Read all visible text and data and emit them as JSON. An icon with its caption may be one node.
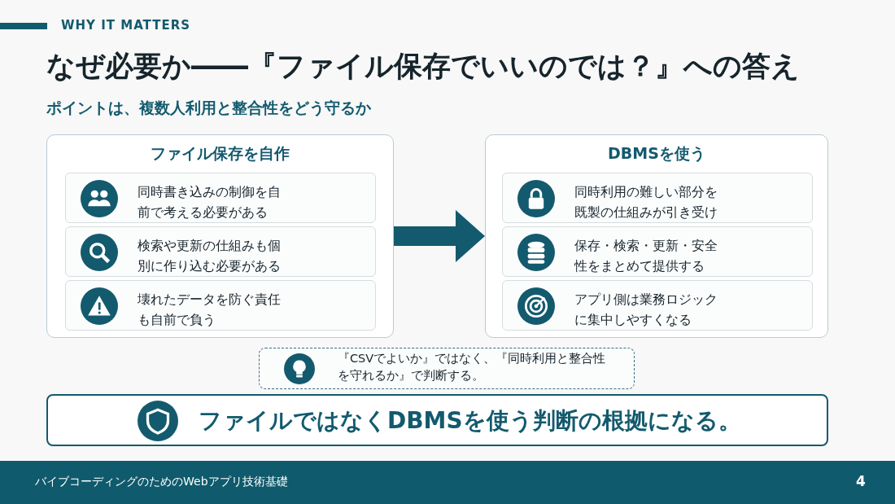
{
  "diagram": {
    "title": "なぜ必要か――『ファイル保存でいいのでは？』への答え",
    "nodes": [
      {
        "text": [
          "ファイル保存を自作"
        ]
      },
      {
        "text": [
          "同時書き込みの制御を自前で考える必要がある"
        ],
        "in": 0
      },
      {
        "text": [
          "検索や更新の仕組みも個別に作り込む必要がある"
        ],
        "in": 0
      },
      {
        "text": [
          "壊れたデータを防ぐ責任も自前で負う"
        ],
        "in": 0
      },
      {
        "text": [
          "DBMSを使う"
        ]
      },
      {
        "text": [
          "同時利用の難しい部分を既製の仕組みが引き受ける"
        ],
        "in": 4
      },
      {
        "text": [
          "保存・検索・更新・安全性をまとめて提供する"
        ],
        "in": 4
      },
      {
        "text": [
          "アプリ側は業務ロジックに集中しやすくなる"
        ],
        "in": 4
      },
      {
        "text": [
          "『CSVでよいか』ではなく、『同時利用と整合性を守れるか』で判断する。"
        ]
      },
      {
        "text": [
          "ファイルではなくDBMSを使う判断の根拠になる。"
        ]
      }
    ],
    "edges": [
      {
        "from": 0,
        "to": 4,
        "arrow": "to"
      }
    ],
    "labels": [
      "WHY IT MATTERS",
      "ポイントは、複数人利用と整合性をどう守るか",
      "バイブコーディングのためのWebアプリ技術基礎",
      "4"
    ]
  }
}
